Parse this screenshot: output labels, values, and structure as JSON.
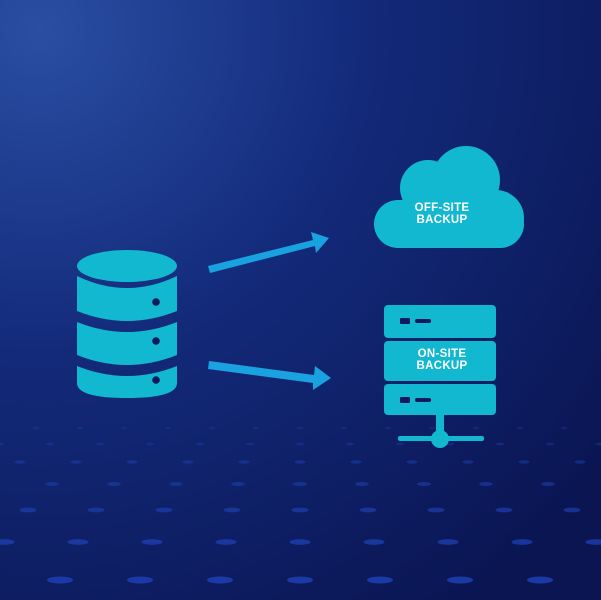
{
  "colors": {
    "background_top": "#22459a",
    "background_bottom": "#0b1656",
    "icon_fill": "#11b8d0",
    "arrow_fill": "#1aa2e0",
    "dot_color": "#1e3fb0",
    "label_color": "#ffffff"
  },
  "icons": {
    "source": "database-icon",
    "cloud": "cloud-icon",
    "server": "server-rack-icon",
    "network": "network-connector-icon"
  },
  "offsite": {
    "line1": "OFF-SITE",
    "line2": "BACKUP"
  },
  "onsite": {
    "line1": "ON-SITE",
    "line2": "BACKUP"
  }
}
